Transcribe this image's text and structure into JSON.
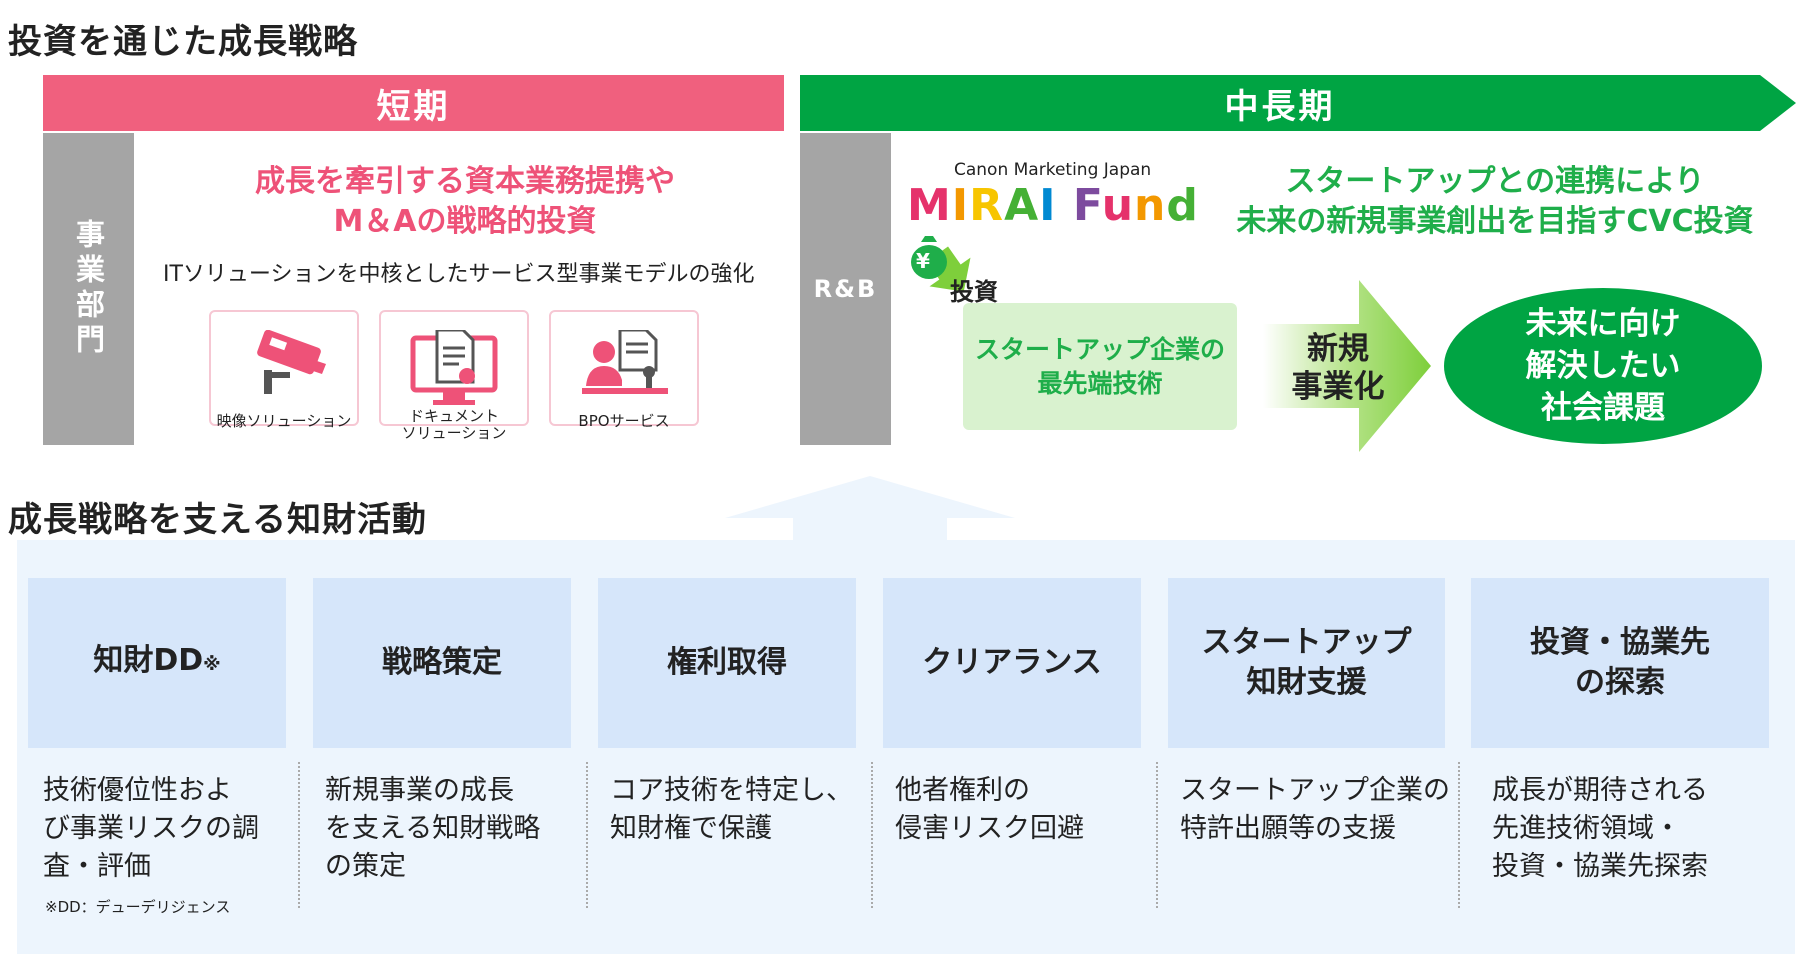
{
  "title_top": "投資を通じた成長戦略",
  "short_term": {
    "banner": "短期",
    "side_label": "事業部門",
    "headline_line1": "成長を牽引する資本業務提携や",
    "headline_line2": "M＆Aの戦略的投資",
    "subtext": "ITソリューションを中核としたサービス型事業モデルの強化",
    "services": [
      {
        "label": "映像ソリューション",
        "icon": "camera-icon"
      },
      {
        "label": "ドキュメント\nソリューション",
        "icon": "document-icon"
      },
      {
        "label": "BPOサービス",
        "icon": "bpo-icon"
      }
    ]
  },
  "mid_long_term": {
    "banner": "中長期",
    "side_label": "R&B",
    "fund_company": "Canon Marketing Japan",
    "fund_name": "MIRAI Fund",
    "fund_letter_colors": [
      "#e5326b",
      "#f39800",
      "#f7c500",
      "#45b035",
      "#0089d2",
      "#7d4b9e",
      "#e5326b",
      "#f39800",
      "#45b035",
      "#0089d2"
    ],
    "headline_line1": "スタートアップとの連携により",
    "headline_line2": "未来の新規事業創出を目指すCVC投資",
    "invest_label": "投資",
    "money_symbol": "¥",
    "startup_box_line1": "スタートアップ企業の",
    "startup_box_line2": "最先端技術",
    "arrow_label_line1": "新規",
    "arrow_label_line2": "事業化",
    "goal_line1": "未来に向け",
    "goal_line2": "解決したい",
    "goal_line3": "社会課題"
  },
  "title_bottom": "成長戦略を支える知財活動",
  "activities": [
    {
      "title": "知財DD",
      "title_suffix": "※",
      "desc": "技術優位性およ\nび事業リスクの調\n査・評価"
    },
    {
      "title": "戦略策定",
      "title_suffix": "",
      "desc": "新規事業の成長\nを支える知財戦略\nの策定"
    },
    {
      "title": "権利取得",
      "title_suffix": "",
      "desc": "コア技術を特定し、\n知財権で保護"
    },
    {
      "title": "クリアランス",
      "title_suffix": "",
      "desc": "他者権利の\n侵害リスク回避"
    },
    {
      "title": "スタートアップ\n知財支援",
      "title_suffix": "",
      "desc": "スタートアップ企業の\n特許出願等の支援"
    },
    {
      "title": "投資・協業先\nの探索",
      "title_suffix": "",
      "desc": "成長が期待される\n先進技術領域・\n投資・協業先探索"
    }
  ],
  "footnote": "※DD：デューデリジェンス",
  "colors": {
    "pink": "#f0607e",
    "green": "#00a443",
    "light_green_arrow": "#7ecf3b",
    "gray": "#a5a5a5",
    "activity_box": "#d6e6fa",
    "panel_bg": "#edf5fd"
  }
}
